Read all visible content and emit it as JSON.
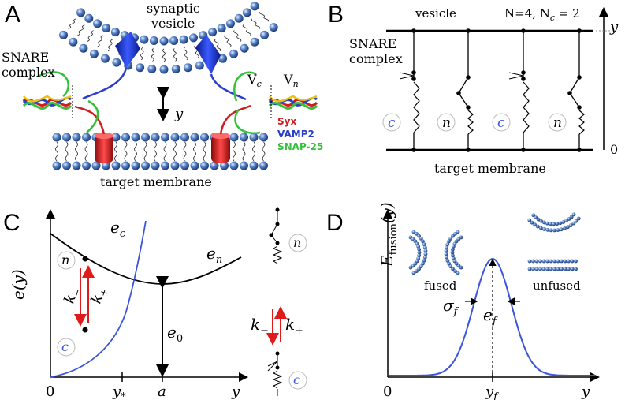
{
  "panels": {
    "A": {
      "letter": "A",
      "vesicle_label_1": "synaptic",
      "vesicle_label_2": "vesicle",
      "snare_label_1": "SNARE",
      "snare_label_2": "complex",
      "vc": "V",
      "vc_sub": "c",
      "vn": "V",
      "vn_sub": "n",
      "y": "y",
      "target": "target membrane",
      "legend": [
        {
          "text": "Syx",
          "color": "#d01c1c"
        },
        {
          "text": "VAMP2",
          "color": "#2a3fc9"
        },
        {
          "text": "SNAP-25",
          "color": "#33c13a"
        }
      ]
    },
    "B": {
      "letter": "B",
      "vesicle": "vesicle",
      "params": "N=4, N",
      "params_sub": "c",
      "params_tail": " = 2",
      "snare_1": "SNARE",
      "snare_2": "complex",
      "y": "y",
      "zero": "0",
      "target": "target membrane",
      "states": [
        "c",
        "n",
        "c",
        "n"
      ]
    },
    "C": {
      "letter": "C",
      "ylabel": "e(y)",
      "ec": "e",
      "ec_sub": "c",
      "en": "e",
      "en_sub": "n",
      "n": "n",
      "c": "c",
      "kminus": "k",
      "kminus_sub": "−",
      "kplus": "k",
      "kplus_sub": "+",
      "e0": "e",
      "e0_sub": "0",
      "x_zero": "0",
      "x_ystar": "y",
      "x_ystar_sub": "*",
      "x_a": "a",
      "x_y": "y"
    },
    "D": {
      "letter": "D",
      "ylabel": "E",
      "ylabel_sub": "fusion",
      "ylabel_tail": "(y)",
      "fused": "fused",
      "unfused": "unfused",
      "sigma": "σ",
      "sigma_sub": "f",
      "ef": "e",
      "ef_sub": "f",
      "x_zero": "0",
      "x_yf": "y",
      "x_yf_sub": "f",
      "x_y": "y"
    }
  },
  "colors": {
    "blue": "#3a55d8",
    "red": "#e01a1a",
    "black": "#000000",
    "bead": "#3f6fb5"
  }
}
